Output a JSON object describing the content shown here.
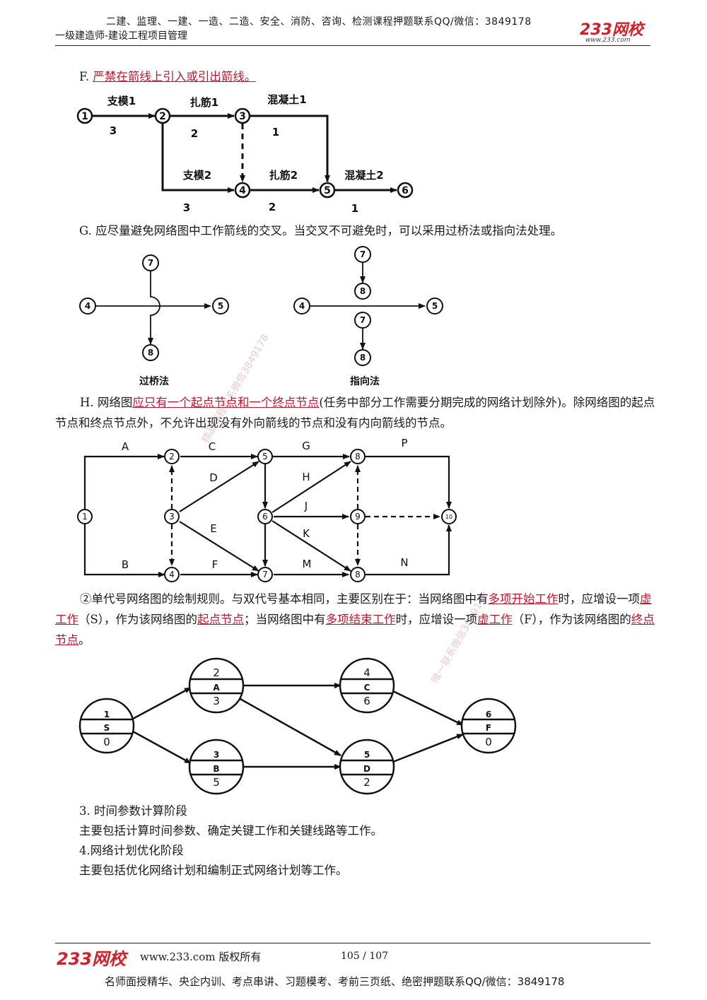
{
  "header": {
    "top_line": "二建、监理、一建、一造、二造、安全、消防、咨询、检测课程押题联系QQ/微信：3849178",
    "subtitle": "一级建造师-建设工程项目管理",
    "logo": "233网校",
    "logo_url": "www.233.com"
  },
  "sections": {
    "F": {
      "prefix": "F.  ",
      "emph": "严禁在箭线上引入或引出箭线。"
    },
    "G": {
      "text": "G.  应尽量避免网络图中工作箭线的交叉。当交叉不可避免时，可以采用过桥法或指向法处理。"
    },
    "H": {
      "prefix": "H.  网络图",
      "emph": "应只有一个起点节点和一个终点节点",
      "rest": "(任务中部分工作需要分期完成的网络计划除外)。除网络图的起点节点和终点节点外，不允许出现没有外向箭线的节点和没有内向箭线的节点。"
    },
    "single": {
      "t1": "②单代号网络图的绘制规则。与双代号基本相同，主要区别在于：当网络图中有",
      "e1": "多项开始工作",
      "t2": "时，应增设一项",
      "e2": "虚工作",
      "t3": "（S），作为该网络图的",
      "e3": "起点节点",
      "t4": "；当网络图中有",
      "e4": "多项结束工作",
      "t5": "时，应增设一项",
      "e5": "虚工作",
      "t6": "（F），作为该网络图的",
      "e6": "终点节点",
      "t7": "。"
    },
    "stage3_title": "3.  时间参数计算阶段",
    "stage3_text": "主要包括计算时间参数、确定关键工作和关键线路等工作。",
    "stage4_title": "4.网络计划优化阶段",
    "stage4_text": "主要包括优化网络计划和编制正式网络计划等工作。"
  },
  "figF": {
    "nodes": [
      "1",
      "2",
      "3",
      "4",
      "5",
      "6"
    ],
    "labels": [
      "支模1",
      "扎筋1",
      "混凝土1",
      "支模2",
      "扎筋2",
      "混凝土2"
    ],
    "durations": [
      "3",
      "2",
      "1",
      "3",
      "2",
      "1"
    ]
  },
  "figG": {
    "left_nodes": [
      "7",
      "4",
      "5",
      "8"
    ],
    "right_nodes": [
      "7",
      "8",
      "4",
      "5",
      "7",
      "8"
    ],
    "left_caption": "过桥法",
    "right_caption": "指向法"
  },
  "figH": {
    "nodes": [
      "1",
      "2",
      "3",
      "4",
      "5",
      "6",
      "7",
      "8",
      "9",
      "10",
      "8"
    ],
    "activities": [
      "A",
      "B",
      "C",
      "D",
      "E",
      "F",
      "G",
      "H",
      "J",
      "K",
      "M",
      "N",
      "P"
    ]
  },
  "figSingle": {
    "nodes": [
      {
        "num": "1",
        "name": "S",
        "dur": "0"
      },
      {
        "num": "2",
        "name": "A",
        "dur": "3"
      },
      {
        "num": "3",
        "name": "B",
        "dur": "5"
      },
      {
        "num": "4",
        "name": "C",
        "dur": "6"
      },
      {
        "num": "5",
        "name": "D",
        "dur": "2"
      },
      {
        "num": "6",
        "name": "F",
        "dur": "0"
      }
    ]
  },
  "watermarks": {
    "w1": "精品课程联系微信3849178",
    "w2": "唯一联系微信3849178"
  },
  "footer": {
    "logo": "233网校",
    "site": "www.233.com 版权所有",
    "page": "105  /  107",
    "bottom": "名师面授精华、央企内训、考点串讲、习题模考、考前三页纸、绝密押题联系QQ/微信：3849178"
  },
  "colors": {
    "emphasis": "#c01630",
    "brand": "#d0202a"
  }
}
